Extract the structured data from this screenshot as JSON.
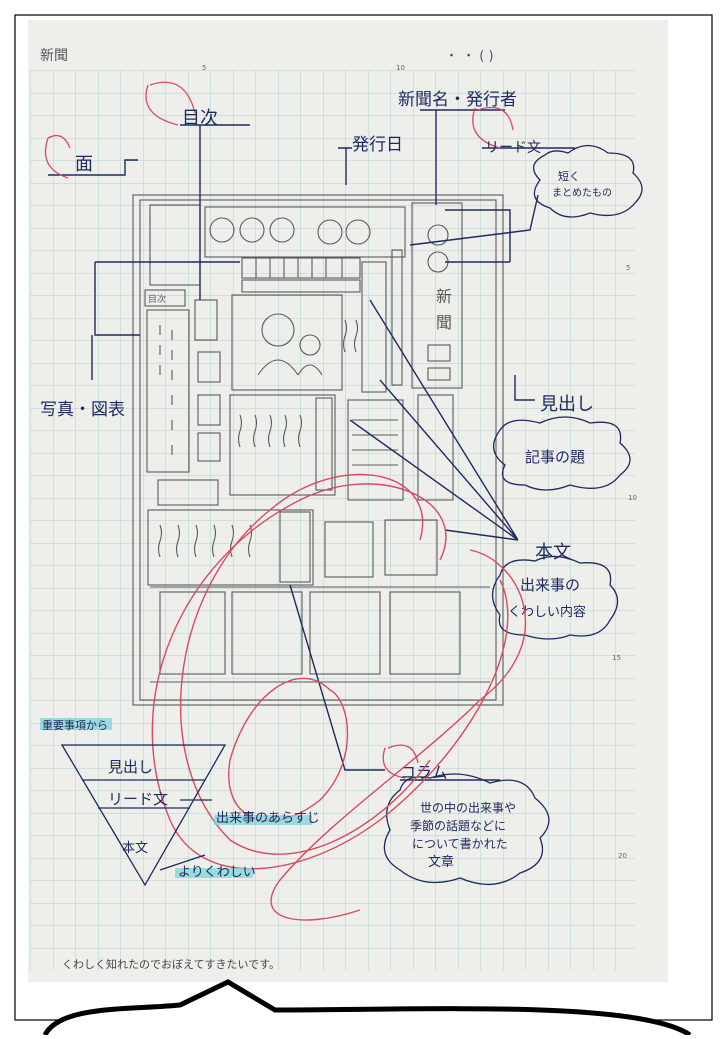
{
  "header": {
    "title": "新聞",
    "date_marks": "・ ・ (  )",
    "ruler_marks": [
      "5",
      "10"
    ]
  },
  "side_ticks": [
    "5",
    "10",
    "15",
    "20"
  ],
  "labels": {
    "men": "面",
    "mokuji": "目次",
    "hakkobi": "発行日",
    "shinbunmei": "新聞名・発行者",
    "lead": "リード文",
    "lead_note": [
      "短く",
      "まとめたもの"
    ],
    "shashin": "写真・図表",
    "midashi": "見出し",
    "midashi_note": "記事の題",
    "honbun": "本文",
    "honbun_note": [
      "出来事の",
      "くわしい内容"
    ],
    "column": "コラム",
    "column_note": [
      "世の中の出来事や",
      "季節の話題などに",
      "について書かれた",
      "文章"
    ],
    "mini_mokuji": "目次",
    "paper_name_box": [
      "新",
      "聞"
    ]
  },
  "pyramid": {
    "caption": "重要事項から",
    "rows": [
      "見出し",
      "リード文",
      "本文"
    ],
    "arrow1": "出来事のあらすじ",
    "arrow2": "よりくわしい"
  },
  "footer": {
    "note": "くわしく知れたのでおぼえてすきたいです。"
  },
  "colors": {
    "grid": "#9fc8c4",
    "paper": "#eeefeb",
    "ink": "#1e2a60",
    "pencil": "#5a5a5a",
    "red": "#d94a60",
    "highlight": "#7fd3d8"
  }
}
